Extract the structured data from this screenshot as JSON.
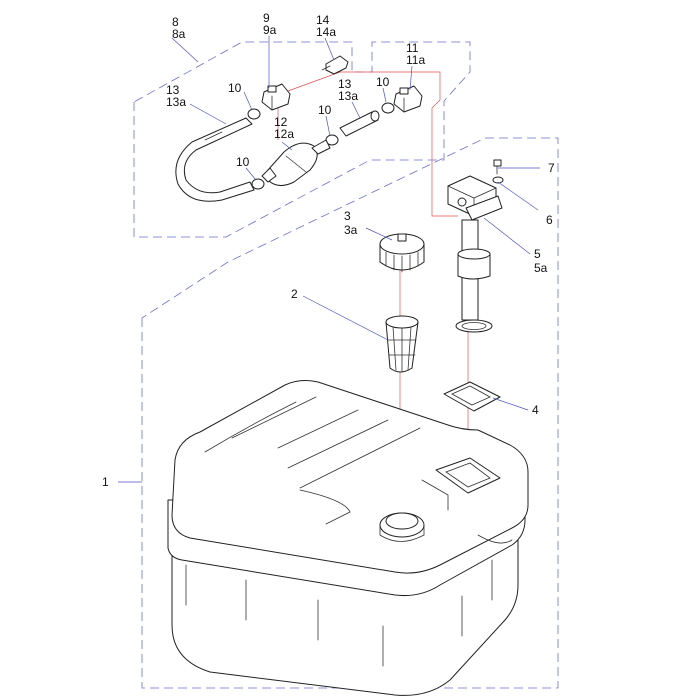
{
  "diagram": {
    "callouts": {
      "c1": "1",
      "c2": "2",
      "c3a": "3",
      "c3b": "3a",
      "c4": "4",
      "c5a": "5",
      "c5b": "5a",
      "c6": "6",
      "c7": "7",
      "c8a": "8",
      "c8b": "8a",
      "c9a": "9",
      "c9b": "9a",
      "c10a": "10",
      "c10b": "10",
      "c10c": "10",
      "c10d": "10",
      "c11a": "11",
      "c11b": "11a",
      "c12a": "12",
      "c12b": "12a",
      "c13a": "13",
      "c13b": "13a",
      "c13c": "13",
      "c13d": "13a",
      "c14a": "14",
      "c14b": "14a"
    },
    "colors": {
      "line": "#222222",
      "leader": "#4a54c8",
      "group_dash": "#6a70d0",
      "axis": "#e05050",
      "background": "#ffffff"
    }
  }
}
